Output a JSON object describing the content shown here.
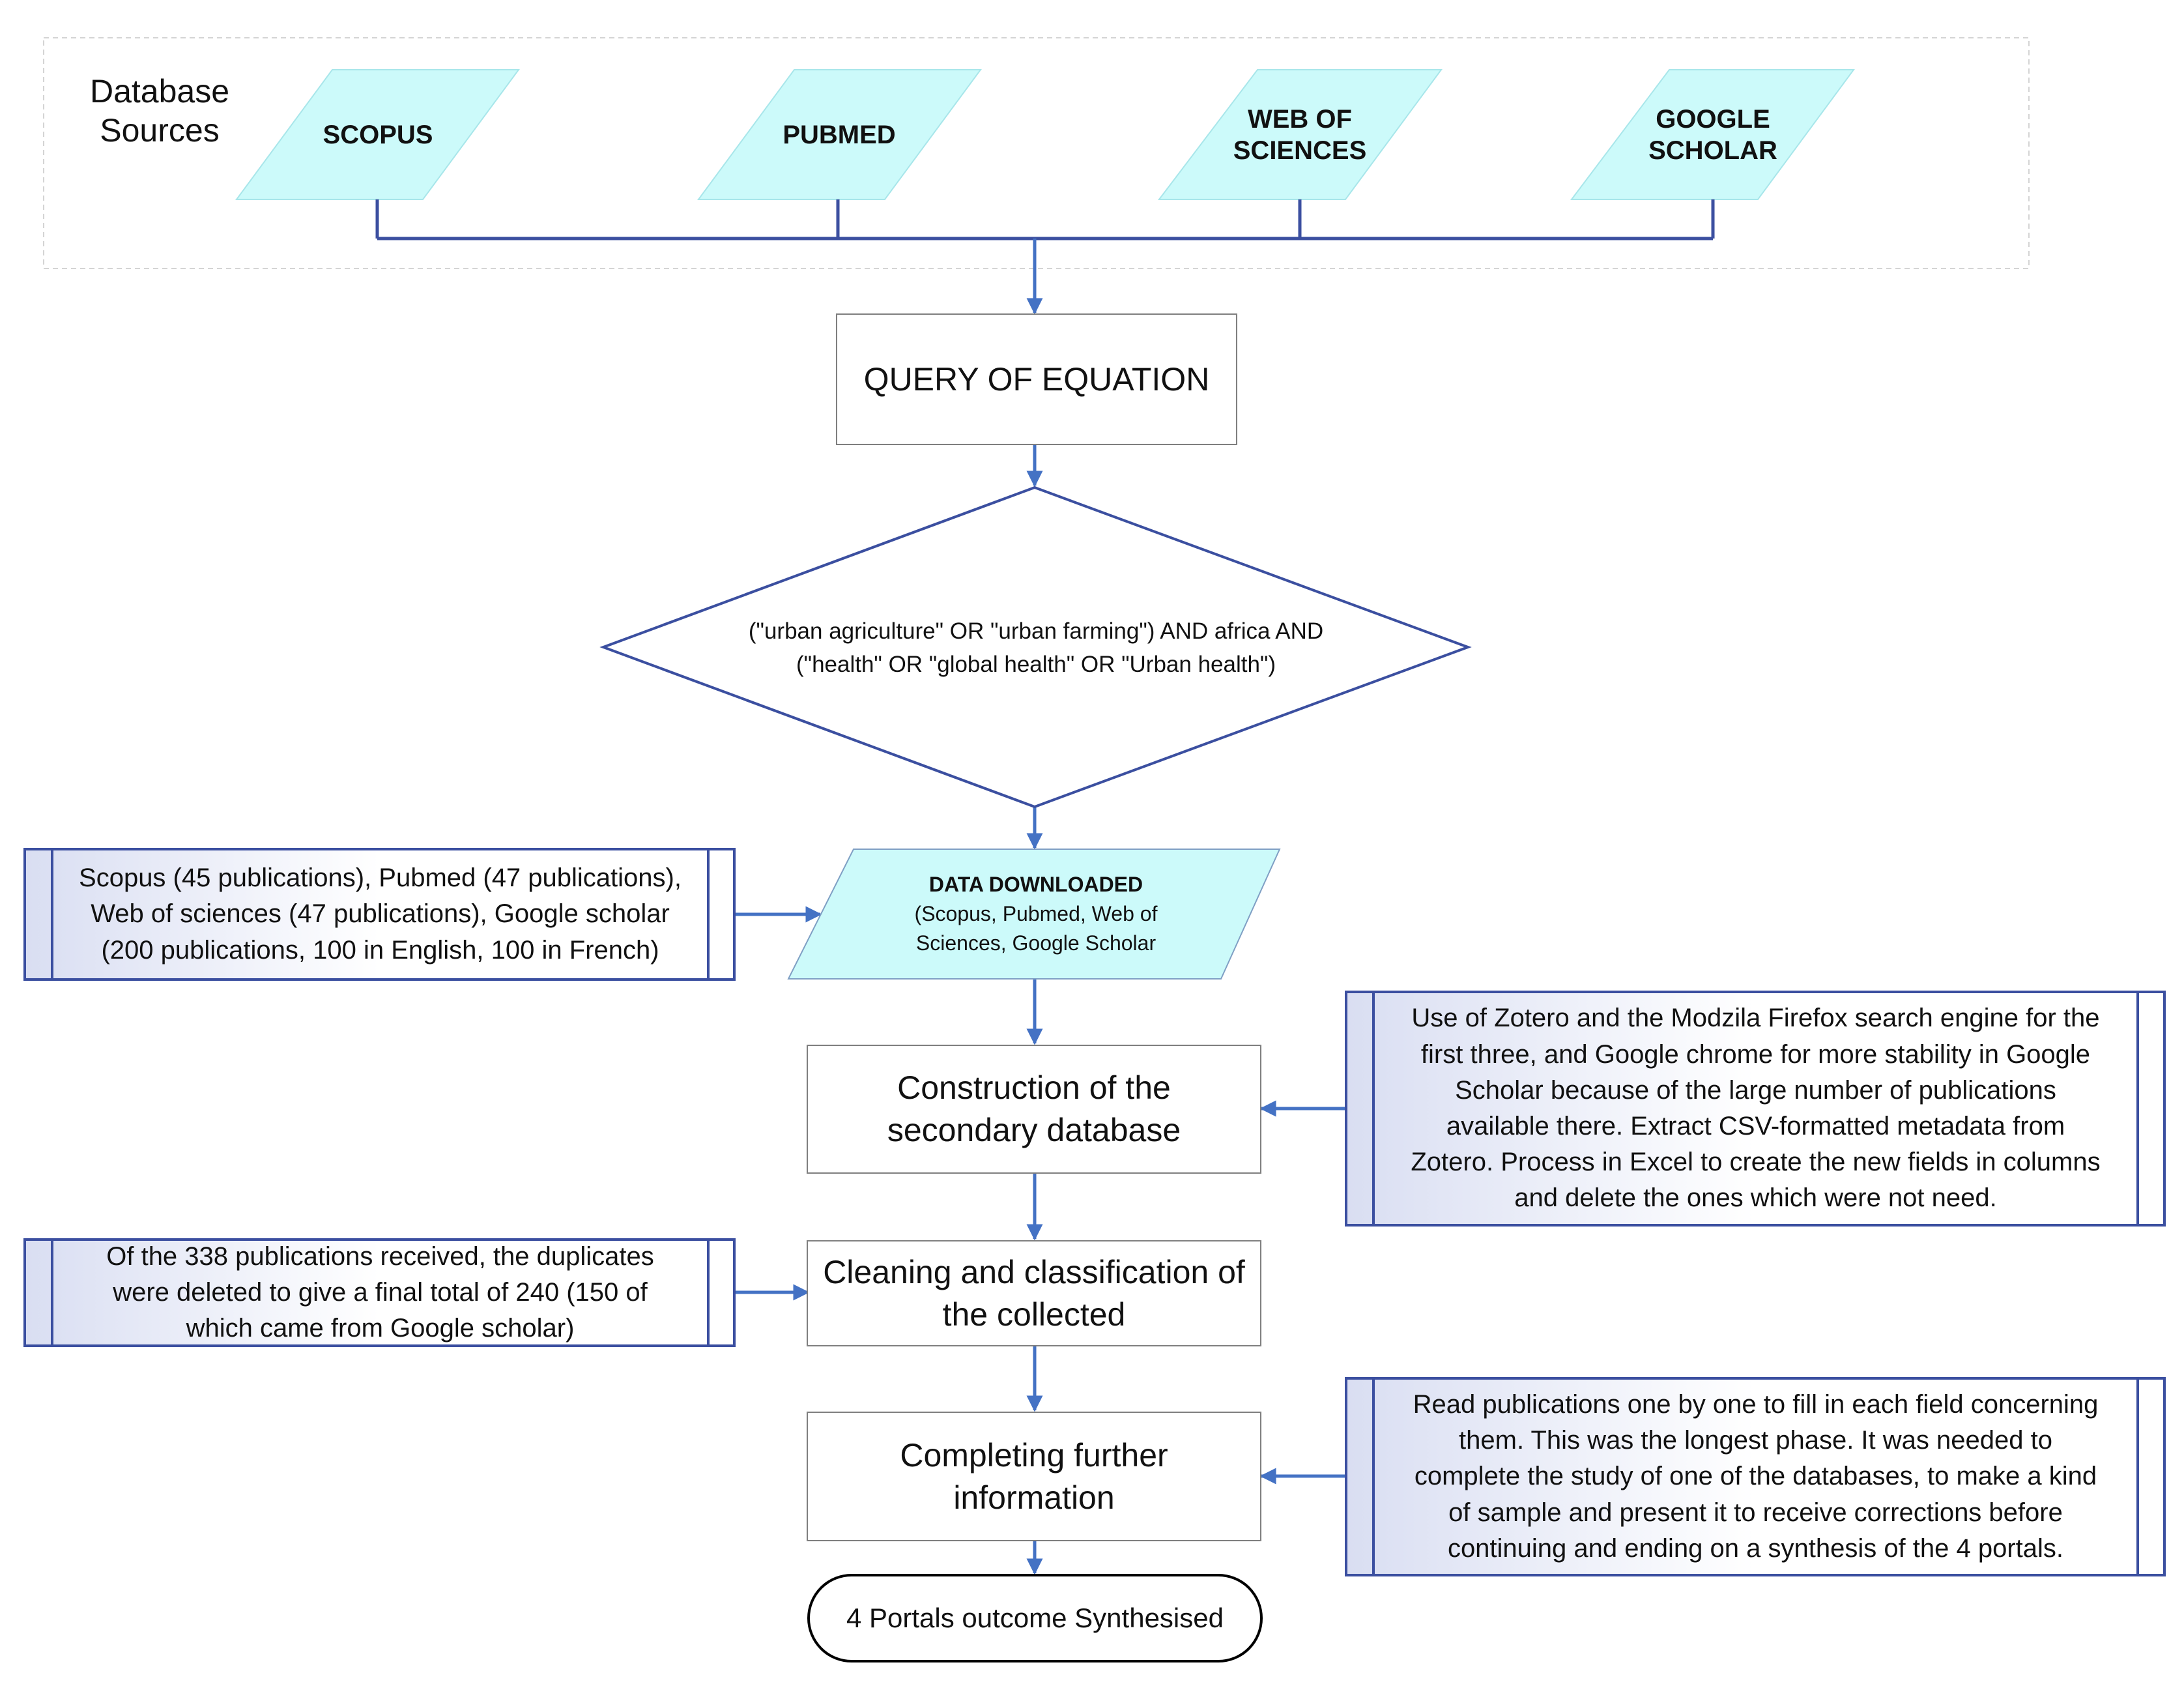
{
  "colors": {
    "line": "#3b4fa0",
    "arrow": "#4472c4",
    "source_fill": "#ccfafa",
    "note_fill": "#e4e8f6"
  },
  "database_sources": {
    "title": [
      "Database",
      "Sources"
    ],
    "items": [
      {
        "name": [
          "SCOPUS"
        ]
      },
      {
        "name": [
          "PUBMED"
        ]
      },
      {
        "name": [
          "WEB OF",
          "SCIENCES"
        ]
      },
      {
        "name": [
          "GOOGLE",
          "SCHOLAR"
        ]
      }
    ]
  },
  "steps": {
    "query": "QUERY OF EQUATION",
    "equation": [
      "(\"urban agriculture\" OR \"urban farming\") AND africa AND",
      "(\"health\" OR \"global health\" OR \"Urban health\")"
    ],
    "data_downloaded": {
      "title": "DATA DOWNLOADED",
      "detail": [
        "(Scopus, Pubmed, Web of",
        "Sciences, Google Scholar"
      ]
    },
    "construction": [
      "Construction of the",
      "secondary database"
    ],
    "cleaning": [
      "Cleaning and classification of",
      "the collected"
    ],
    "completing": [
      "Completing further",
      "information"
    ],
    "outcome": "4 Portals outcome Synthesised"
  },
  "notes": {
    "downloads": [
      "Scopus (45 publications), Pubmed (47 publications),",
      "Web of sciences (47 publications), Google scholar",
      "(200 publications, 100 in English, 100 in French)"
    ],
    "tools": [
      "Use of Zotero and the Modzila Firefox search engine for the",
      "first three, and Google chrome for more stability in Google",
      "Scholar because of the large number of publications",
      "available there. Extract CSV-formatted metadata from",
      "Zotero. Process in Excel to create the new fields in columns",
      "and delete the ones which were not need."
    ],
    "duplicates": [
      "Of the 338 publications received, the duplicates",
      "were deleted to give a final total of 240 (150 of",
      "which came from Google scholar)"
    ],
    "reading": [
      "Read publications one by one to fill in each field concerning",
      "them. This was the longest phase. It was needed to",
      "complete the study of one of the databases, to make a kind",
      "of sample and present it to receive corrections before",
      "continuing and ending on a synthesis of the 4 portals."
    ]
  }
}
